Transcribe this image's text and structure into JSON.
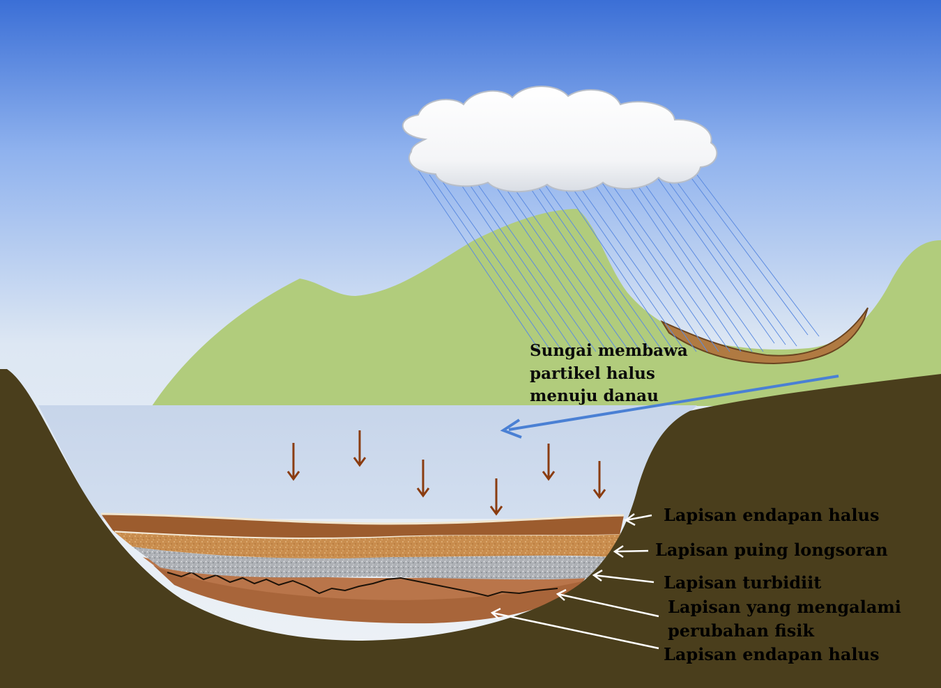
{
  "diagram": {
    "river_label": [
      "Sungai membawa",
      "partikel halus",
      "menuju danau"
    ],
    "layers": [
      {
        "id": "fine-top",
        "label": "Lapisan endapan halus"
      },
      {
        "id": "debris",
        "label": "Lapisan puing longsoran"
      },
      {
        "id": "turbidite",
        "label": "Lapisan turbidiit"
      },
      {
        "id": "deformed",
        "label": "Lapisan yang mengalami",
        "label2": "perubahan fisik"
      },
      {
        "id": "fine-bottom",
        "label": "Lapisan endapan halus"
      }
    ],
    "colors": {
      "sky_top": "#3b6fd6",
      "sky_bottom": "#eaf0f6",
      "hills": "#b1cc7c",
      "lake": "#c9d7ea",
      "ground": "#4a3e1c",
      "river_arrow": "#4a80d4",
      "settle_arrow": "#8a3c10",
      "rain": "#5c8be0"
    }
  }
}
